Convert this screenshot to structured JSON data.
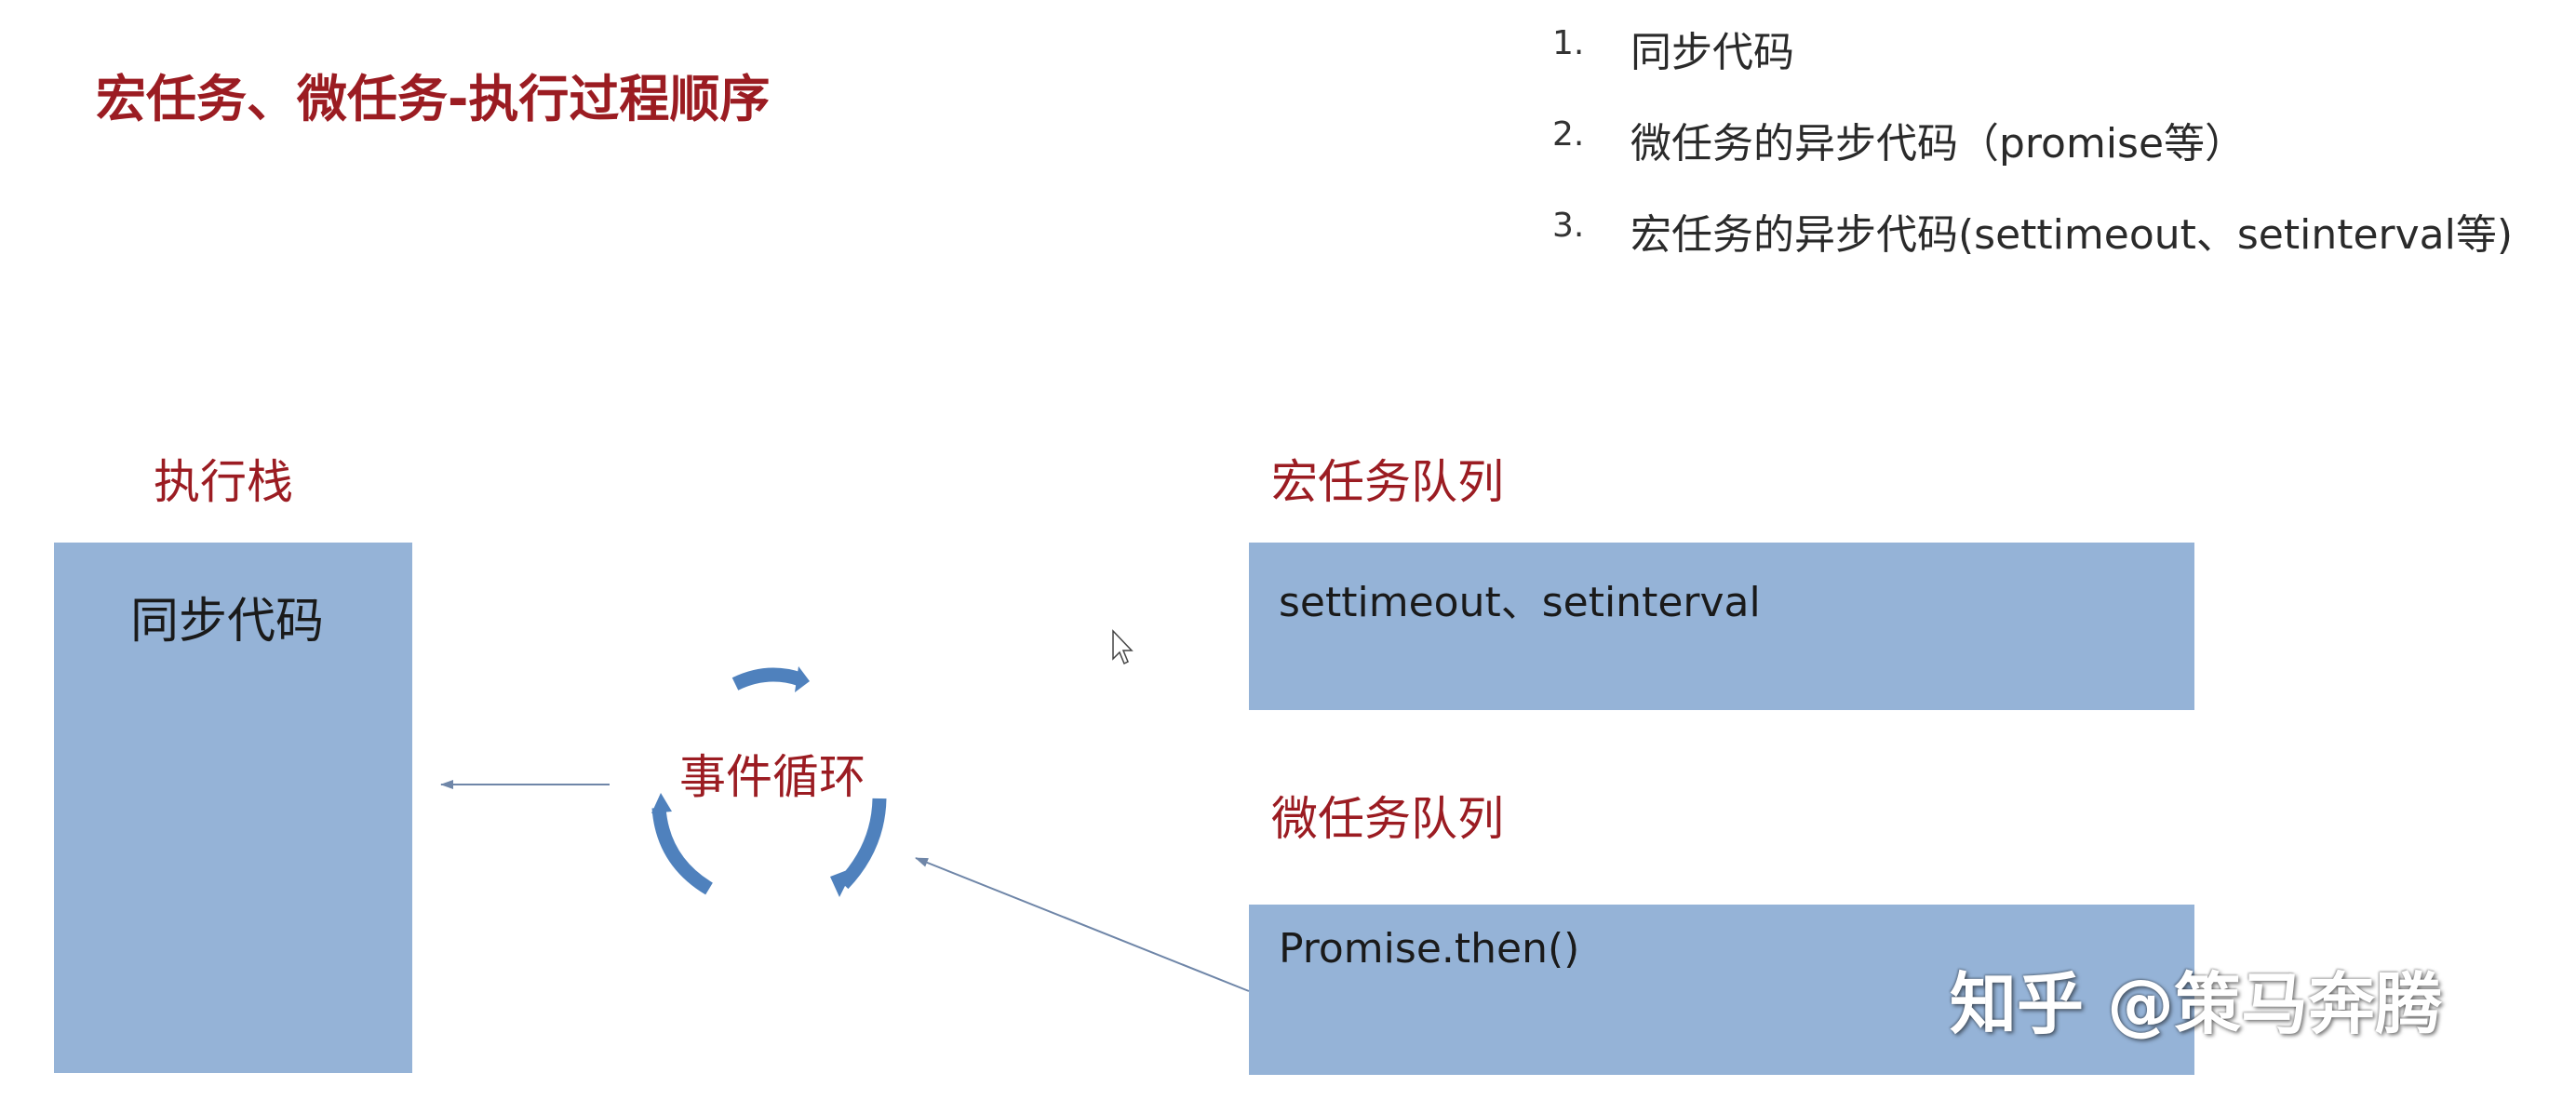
{
  "title": "宏任务、微任务-执行过程顺序",
  "steps": [
    {
      "num": "1.",
      "text": "同步代码"
    },
    {
      "num": "2.",
      "text": "微任务的异步代码（promise等）"
    },
    {
      "num": "3.",
      "text": "宏任务的异步代码(settimeout、setinterval等)"
    }
  ],
  "stack": {
    "label": "执行栈",
    "content": "同步代码"
  },
  "event_loop": {
    "label": "事件循环"
  },
  "macro_queue": {
    "label": "宏任务队列",
    "content": "settimeout、setinterval"
  },
  "micro_queue": {
    "label": "微任务队列",
    "content": "Promise.then()"
  },
  "watermark": "知乎 @策马奔腾",
  "colors": {
    "accent": "#9b1c22",
    "box_fill": "#95b3d7",
    "cycle_arrow": "#4f81bd",
    "connector": "#6f86a8"
  }
}
